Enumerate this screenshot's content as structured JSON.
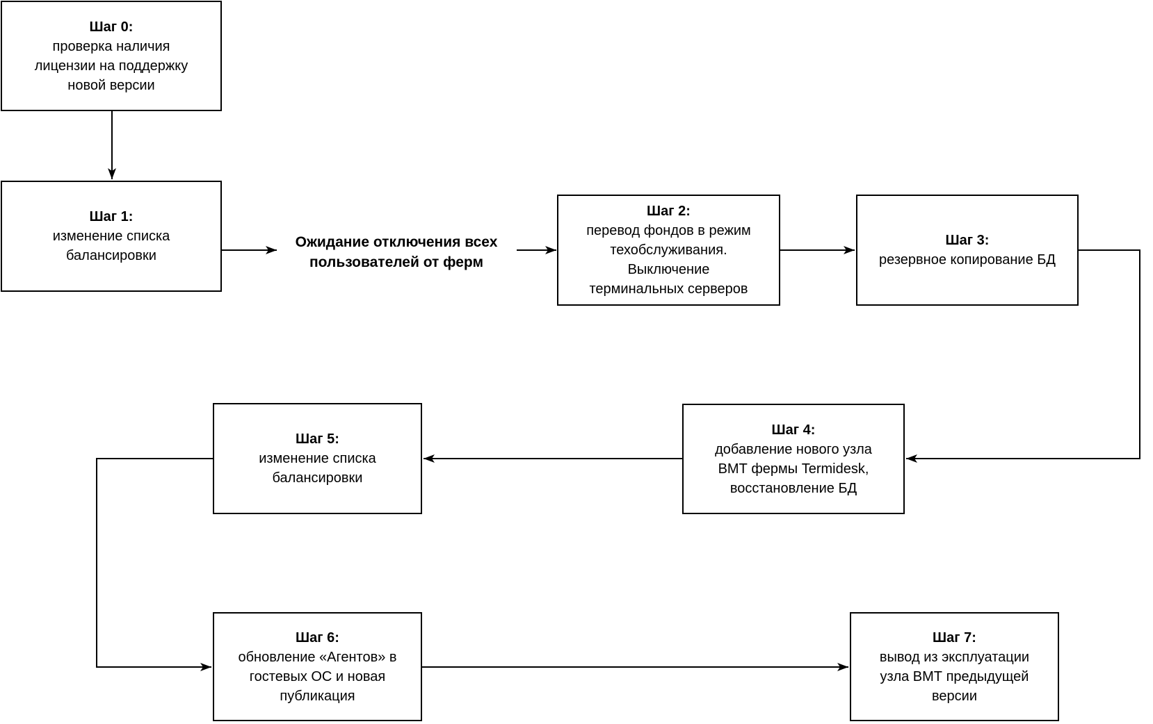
{
  "diagram": {
    "title": "Termidesk upgrade flowchart",
    "colors": {
      "background": "#ffffff",
      "box_fill": "#ffffff",
      "box_border": "#000000",
      "line": "#000000",
      "text": "#000000"
    },
    "nodes": {
      "step0": {
        "title": "Шаг 0:",
        "body": "проверка наличия\nлицензии на поддержку\nновой версии"
      },
      "step1": {
        "title": "Шаг 1:",
        "body": "изменение списка\nбалансировки"
      },
      "step2": {
        "title": "Шаг 2:",
        "body": "перевод фондов в режим\nтехобслуживания.\nВыключение\nтерминальных серверов"
      },
      "step3": {
        "title": "Шаг 3:",
        "body": "резервное копирование БД"
      },
      "step4": {
        "title": "Шаг 4:",
        "body": "добавление нового узла\nВМТ фермы Termidesk,\nвосстановление БД"
      },
      "step5": {
        "title": "Шаг 5:",
        "body": "изменение списка\nбалансировки"
      },
      "step6": {
        "title": "Шаг 6:",
        "body": "обновление «Агентов» в\nгостевых ОС и новая\nпубликация"
      },
      "step7": {
        "title": "Шаг 7:",
        "body": "вывод из эксплуатации\nузла ВМТ предыдущей\nверсии"
      }
    },
    "edge_label": "Ожидание отключения всех\nпользователей от ферм"
  }
}
